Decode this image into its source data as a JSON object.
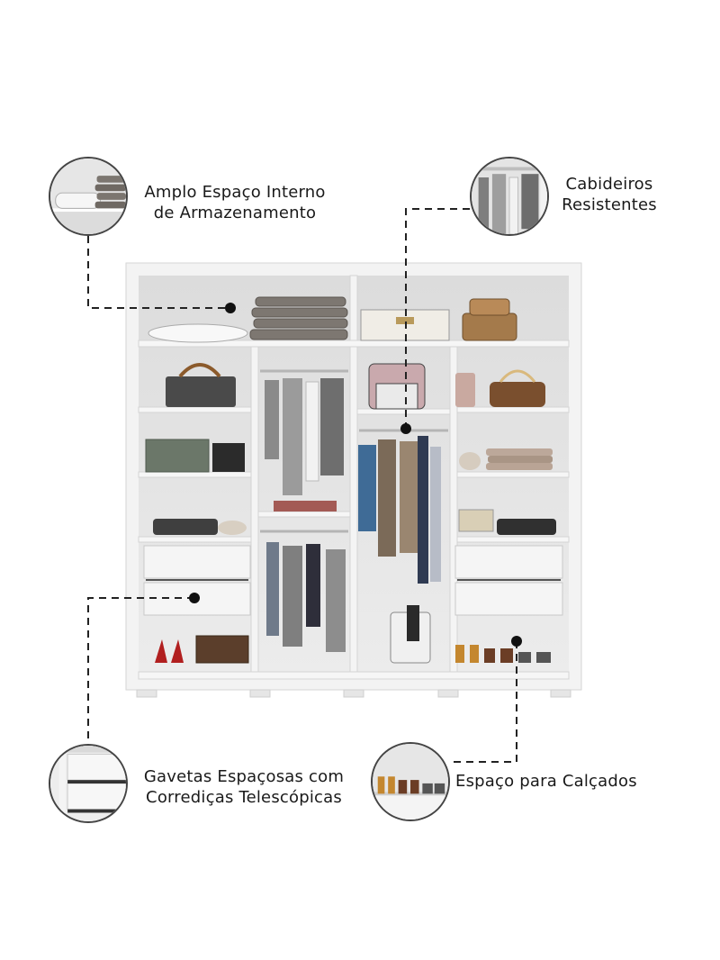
{
  "callouts": {
    "storage": {
      "lines": [
        "Amplo Espaço Interno",
        "de Armazenamento"
      ],
      "icon": "folded-blankets-icon"
    },
    "hangers": {
      "lines": [
        "Cabideiros",
        "Resistentes"
      ],
      "icon": "hanging-clothes-icon"
    },
    "drawers": {
      "lines": [
        "Gavetas Espaçosas com",
        "Corrediças Telescópicas"
      ],
      "icon": "drawer-icon"
    },
    "shoes": {
      "lines": [
        "Espaço para Calçados"
      ],
      "icon": "shoes-icon"
    }
  },
  "colors": {
    "wardrobe": "#f2f2f2",
    "interior": "#e4e4e4",
    "text": "#1a1a1a",
    "leader": "#222222"
  }
}
